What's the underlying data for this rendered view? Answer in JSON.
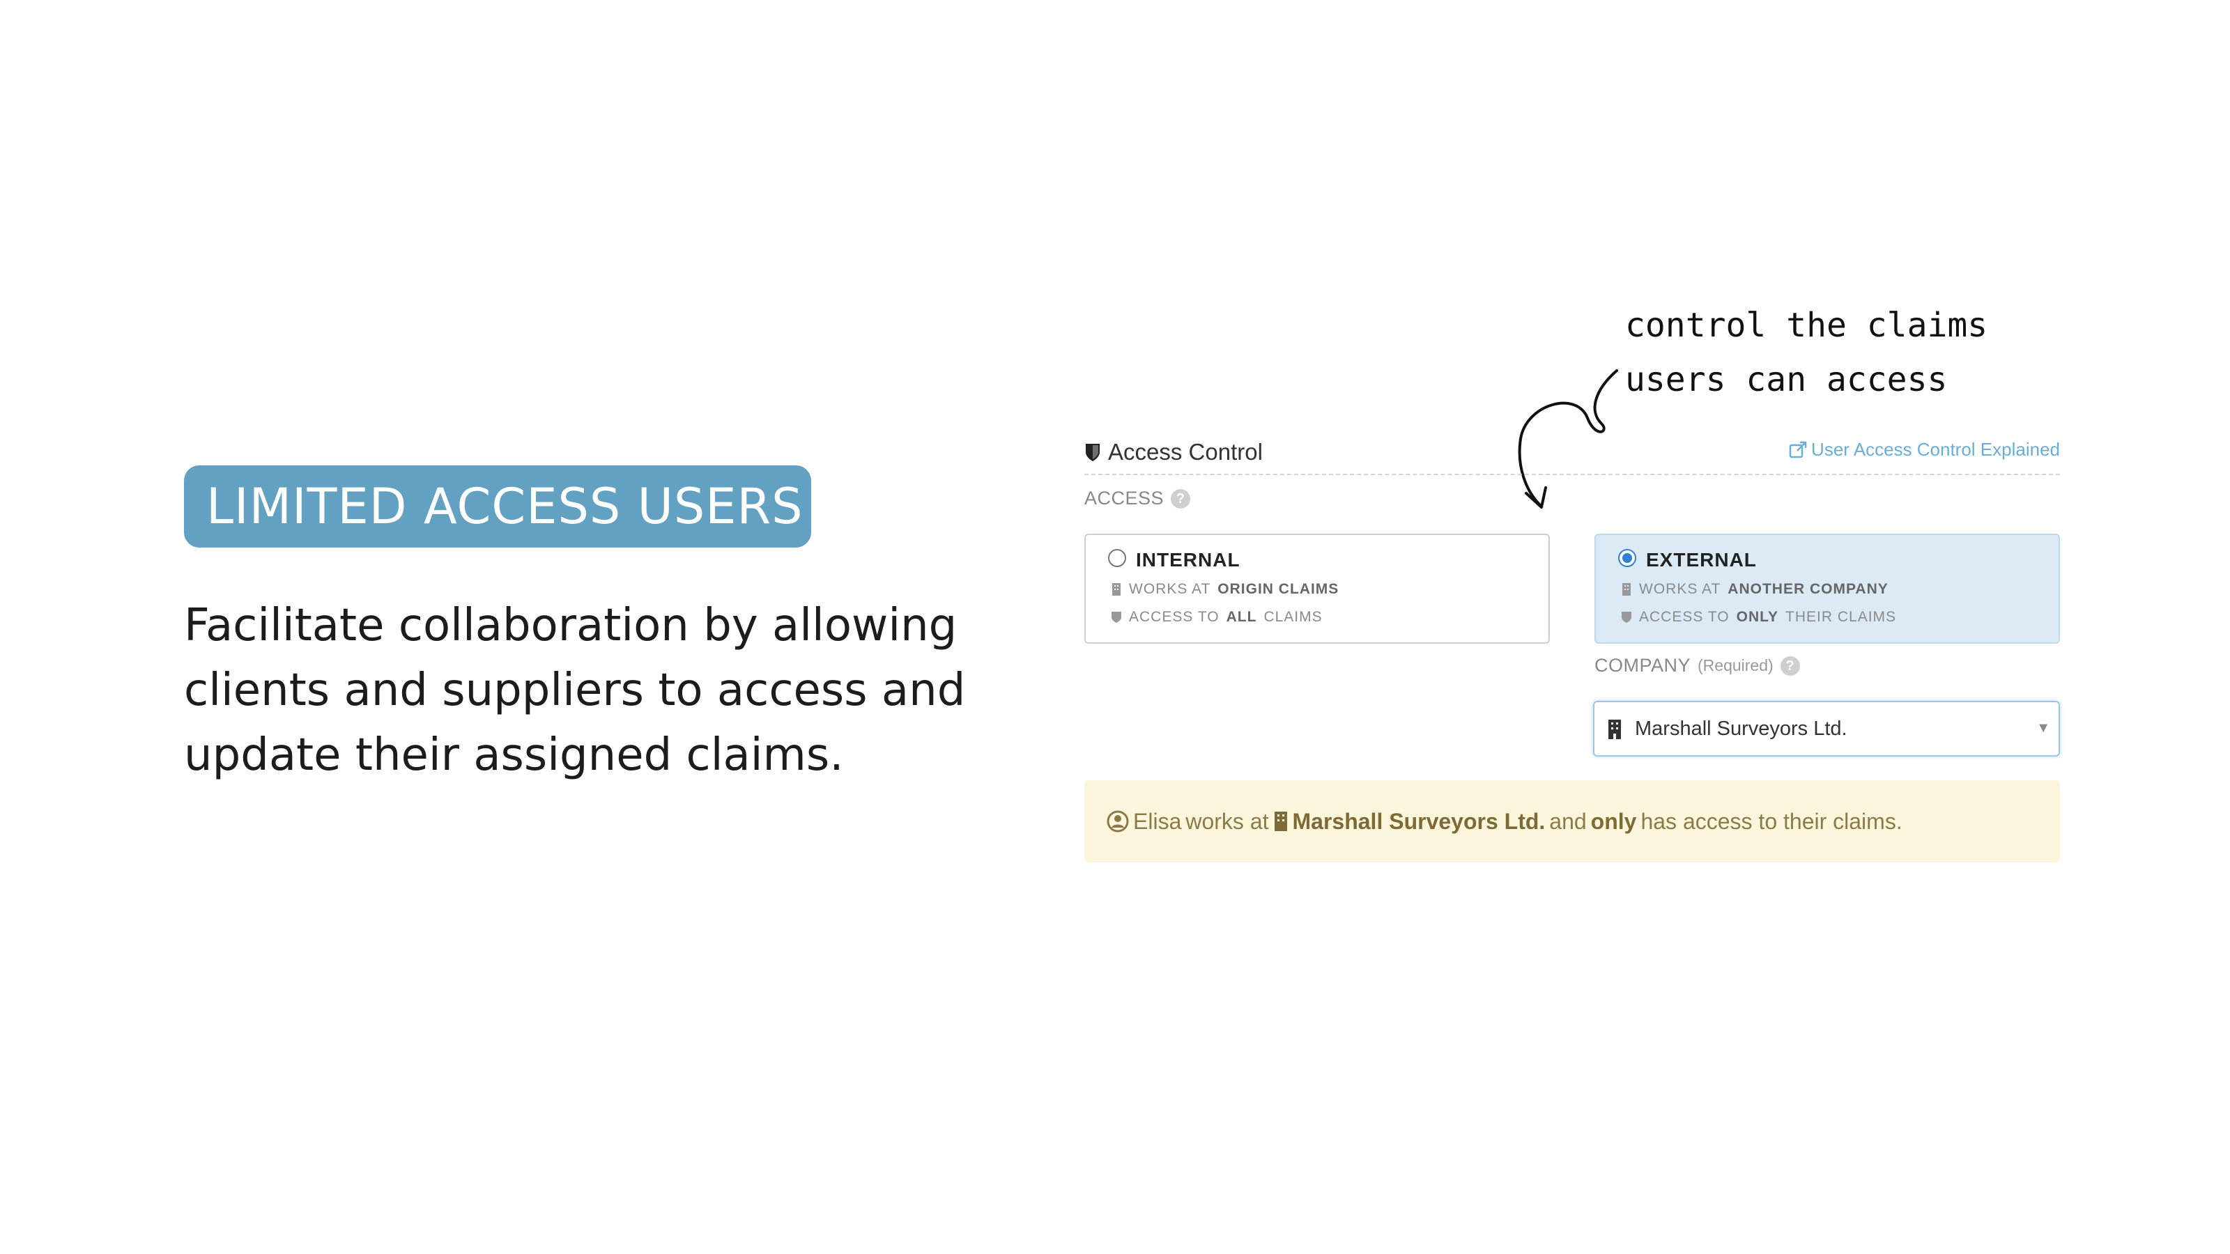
{
  "slide": {
    "badge": "LIMITED ACCESS USERS",
    "blurb": "Facilitate collaboration by allowing clients and suppliers to access and update their assigned claims.",
    "callout_line1": "control the claims",
    "callout_line2": "users can access"
  },
  "panel": {
    "title": "Access Control",
    "title_icon": "shield-icon",
    "help_link": "User Access Control Explained",
    "help_link_icon": "external-link-icon",
    "access_label": "ACCESS",
    "options": [
      {
        "title": "INTERNAL",
        "selected": false,
        "line1_prefix": "WORKS AT",
        "line1_bold": "ORIGIN CLAIMS",
        "line2_prefix": "ACCESS TO",
        "line2_bold": "ALL",
        "line2_suffix": "CLAIMS"
      },
      {
        "title": "EXTERNAL",
        "selected": true,
        "line1_prefix": "WORKS AT",
        "line1_bold": "ANOTHER COMPANY",
        "line2_prefix": "ACCESS TO",
        "line2_bold": "ONLY",
        "line2_suffix": "THEIR CLAIMS"
      }
    ],
    "company_label": "COMPANY",
    "company_required": "(Required)",
    "company_value": "Marshall Surveyors Ltd.",
    "notice": {
      "name": "Elisa",
      "works_at": "works at",
      "company": "Marshall Surveyors Ltd.",
      "and": "and",
      "only": "only",
      "rest": "has access to their claims."
    }
  },
  "colors": {
    "badge_bg": "#63a1c3",
    "link": "#6aaed6",
    "selected_option_bg": "#dceaf6",
    "radio_on": "#2f80d6",
    "notice_bg": "#fcf6dc",
    "notice_text": "#8c7a47"
  }
}
